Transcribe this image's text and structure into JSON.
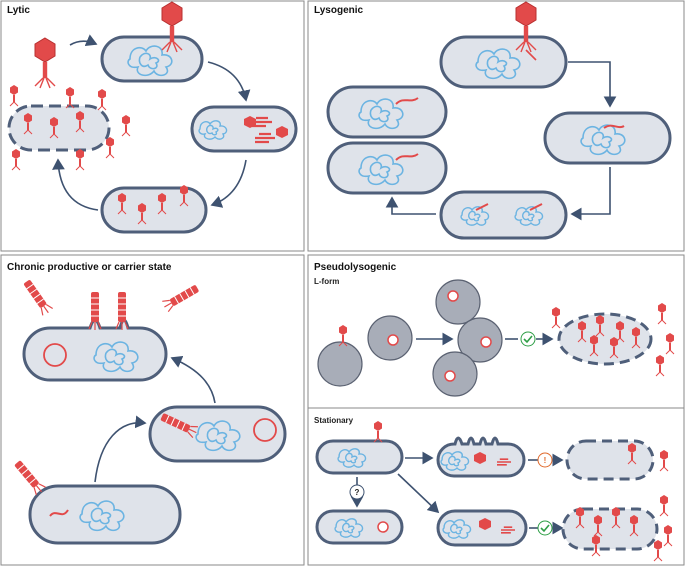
{
  "panels": {
    "lytic": {
      "title": "Lytic"
    },
    "lysogenic": {
      "title": "Lysogenic"
    },
    "chronic": {
      "title": "Chronic productive or carrier state"
    },
    "pseudolysogenic": {
      "title": "Pseudolysogenic",
      "lform": "L-form",
      "stationary": "Stationary"
    }
  },
  "symbols": {
    "question": "?",
    "exclaim": "!"
  },
  "colors": {
    "phage": "#e24a4a",
    "dna": "#6cb4e2",
    "cell_fill": "#dfe3ea",
    "cell_border": "#4f5f7a",
    "check": "#2e9e46",
    "warn": "#e06a2c"
  }
}
